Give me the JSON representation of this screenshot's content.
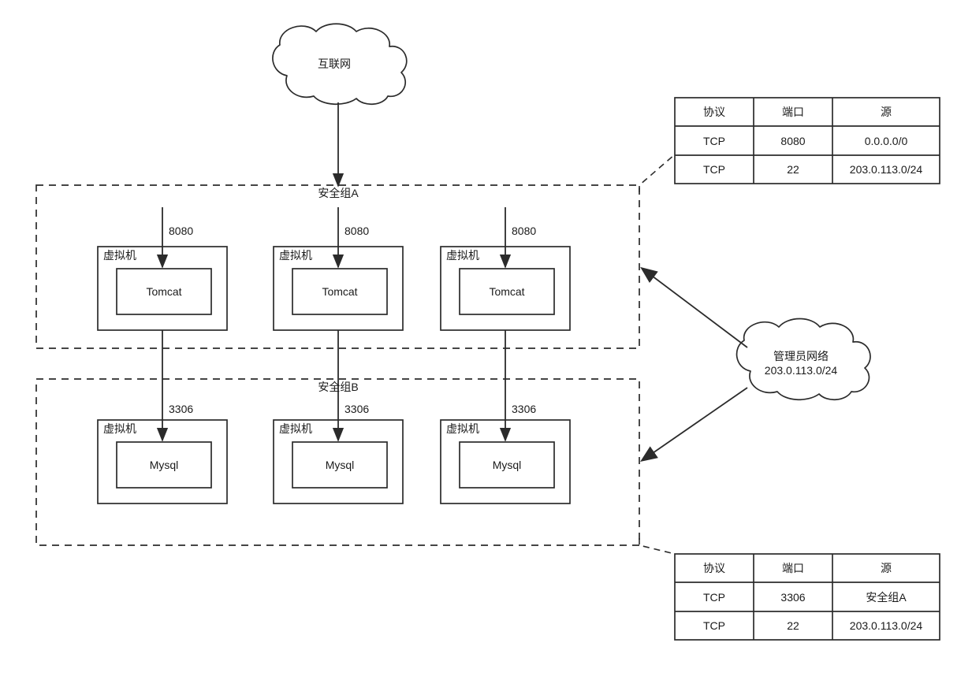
{
  "diagram": {
    "title": "Security Group Architecture Diagram",
    "colors": {
      "stroke": "#2b2b2b",
      "text": "#1a1a1a",
      "background": "#ffffff"
    },
    "internet_cloud": {
      "label": "互联网"
    },
    "admin_cloud": {
      "label_line1": "管理员网络",
      "label_line2": "203.0.113.0/24"
    },
    "groups": [
      {
        "id": "group-a",
        "label": "安全组A",
        "nodes": [
          {
            "vm_label": "虚拟机",
            "app_label": "Tomcat",
            "port": "8080"
          },
          {
            "vm_label": "虚拟机",
            "app_label": "Tomcat",
            "port": "8080"
          },
          {
            "vm_label": "虚拟机",
            "app_label": "Tomcat",
            "port": "8080"
          }
        ]
      },
      {
        "id": "group-b",
        "label": "安全组B",
        "nodes": [
          {
            "vm_label": "虚拟机",
            "app_label": "Mysql",
            "port": "3306"
          },
          {
            "vm_label": "虚拟机",
            "app_label": "Mysql",
            "port": "3306"
          },
          {
            "vm_label": "虚拟机",
            "app_label": "Mysql",
            "port": "3306"
          }
        ]
      }
    ],
    "tables": [
      {
        "id": "rules-table-a",
        "headers": [
          "协议",
          "端口",
          "源"
        ],
        "rows": [
          [
            "TCP",
            "8080",
            "0.0.0.0/0"
          ],
          [
            "TCP",
            "22",
            "203.0.113.0/24"
          ]
        ]
      },
      {
        "id": "rules-table-b",
        "headers": [
          "协议",
          "端口",
          "源"
        ],
        "rows": [
          [
            "TCP",
            "3306",
            "安全组A"
          ],
          [
            "TCP",
            "22",
            "203.0.113.0/24"
          ]
        ]
      }
    ]
  }
}
